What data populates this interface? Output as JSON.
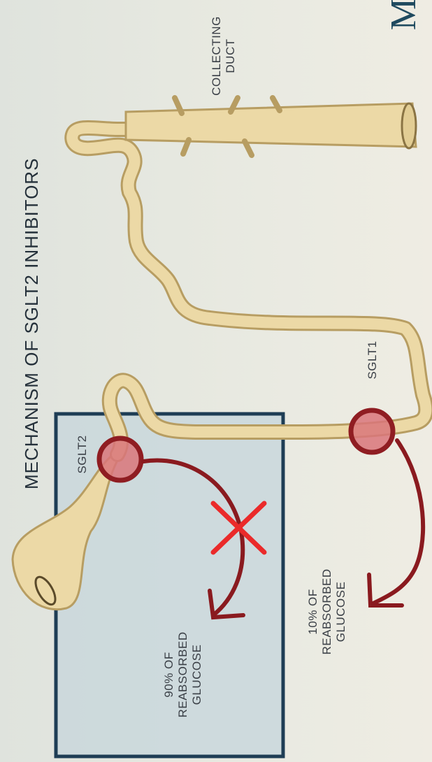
{
  "title": "MECHANISM OF SGLT2 INHIBITORS",
  "labels": {
    "collecting_duct": "COLLECTING\nDUCT",
    "sglt2": "SGLT2",
    "sglt1": "SGLT1",
    "reabsorbed_90": "90% OF\nREABSORBED\nGLUCOSE",
    "reabsorbed_10": "10% OF\nREABSORBED\nGLUCOSE",
    "corner_letter": "M"
  },
  "colors": {
    "tubule_fill": "#ecd9a6",
    "tubule_outline": "#b79d62",
    "box_border": "#1e3d55",
    "box_fill": "#c9d7dc",
    "transporter": "#d9767a",
    "transporter_ring": "#8f1d22",
    "arrow": "#8a1a1f",
    "block_x": "#ea2a2a"
  }
}
